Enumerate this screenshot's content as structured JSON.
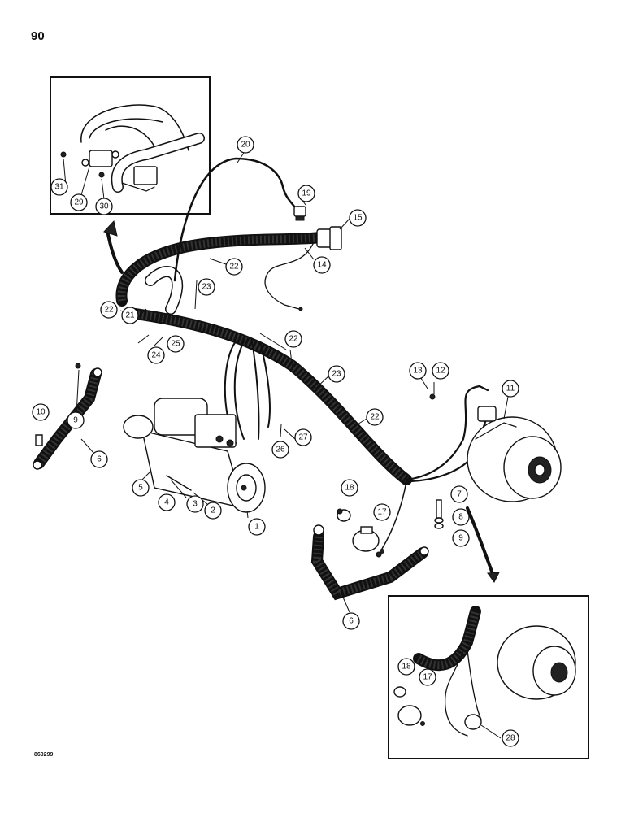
{
  "page": {
    "number": "90",
    "figure_code": "860299"
  },
  "callouts": {
    "c1": "1",
    "c2": "2",
    "c3": "3",
    "c4": "4",
    "c5": "5",
    "c6a": "6",
    "c6b": "6",
    "c7": "7",
    "c8": "8",
    "c9a": "9",
    "c9b": "9",
    "c10": "10",
    "c11": "11",
    "c12": "12",
    "c13": "13",
    "c14": "14",
    "c15": "15",
    "c17a": "17",
    "c17b": "17",
    "c18a": "18",
    "c18b": "18",
    "c19": "19",
    "c20": "20",
    "c21": "21",
    "c22a": "22",
    "c22b": "22",
    "c22c": "22",
    "c22d": "22",
    "c23a": "23",
    "c23b": "23",
    "c24": "24",
    "c25": "25",
    "c26": "26",
    "c27": "27",
    "c28": "28",
    "c29": "29",
    "c30": "30",
    "c31": "31"
  }
}
